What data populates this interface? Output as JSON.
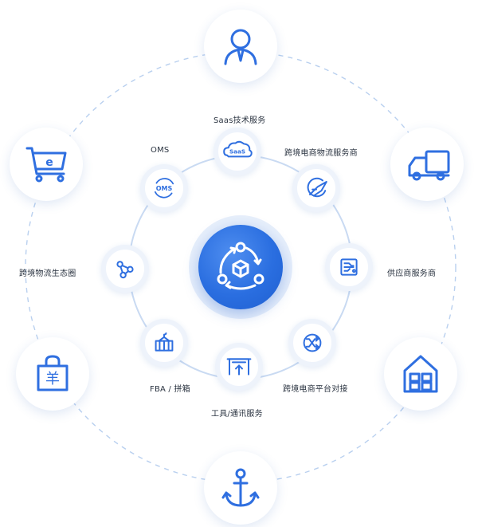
{
  "diagram": {
    "center": {
      "icon": "cycle-box-icon"
    },
    "inner_nodes": [
      {
        "key": "saas",
        "label": "Saas技术服务",
        "icon": "saas-cloud-icon",
        "icon_text": "SaaS"
      },
      {
        "key": "cross_logistics",
        "label": "跨境电商物流服务商",
        "icon": "plane-globe-icon"
      },
      {
        "key": "supplier",
        "label": "供应商服务商",
        "icon": "circuit-board-icon"
      },
      {
        "key": "platform_link",
        "label": "跨境电商平台对接",
        "icon": "shuffle-icon"
      },
      {
        "key": "tools",
        "label": "工具/通讯服务",
        "icon": "gate-upload-icon"
      },
      {
        "key": "fba",
        "label": "FBA / 拼箱",
        "icon": "container-icon"
      },
      {
        "key": "ecosystem",
        "label": "跨境物流生态圈",
        "icon": "share-nodes-icon"
      },
      {
        "key": "oms",
        "label": "OMS",
        "icon": "oms-icon",
        "icon_text": "OMS"
      }
    ],
    "outer_nodes": [
      {
        "key": "person",
        "icon": "user-tie-icon"
      },
      {
        "key": "truck",
        "icon": "truck-icon"
      },
      {
        "key": "warehouse",
        "icon": "warehouse-icon"
      },
      {
        "key": "anchor",
        "icon": "anchor-icon"
      },
      {
        "key": "bag",
        "icon": "shopping-bag-yuan-icon",
        "icon_text": "羊"
      },
      {
        "key": "cart",
        "icon": "ecommerce-cart-icon",
        "icon_text": "e"
      }
    ],
    "colors": {
      "accent": "#2f6fe0",
      "ring": "#c9daf2",
      "dashed_ring": "#b9d0ef"
    }
  }
}
